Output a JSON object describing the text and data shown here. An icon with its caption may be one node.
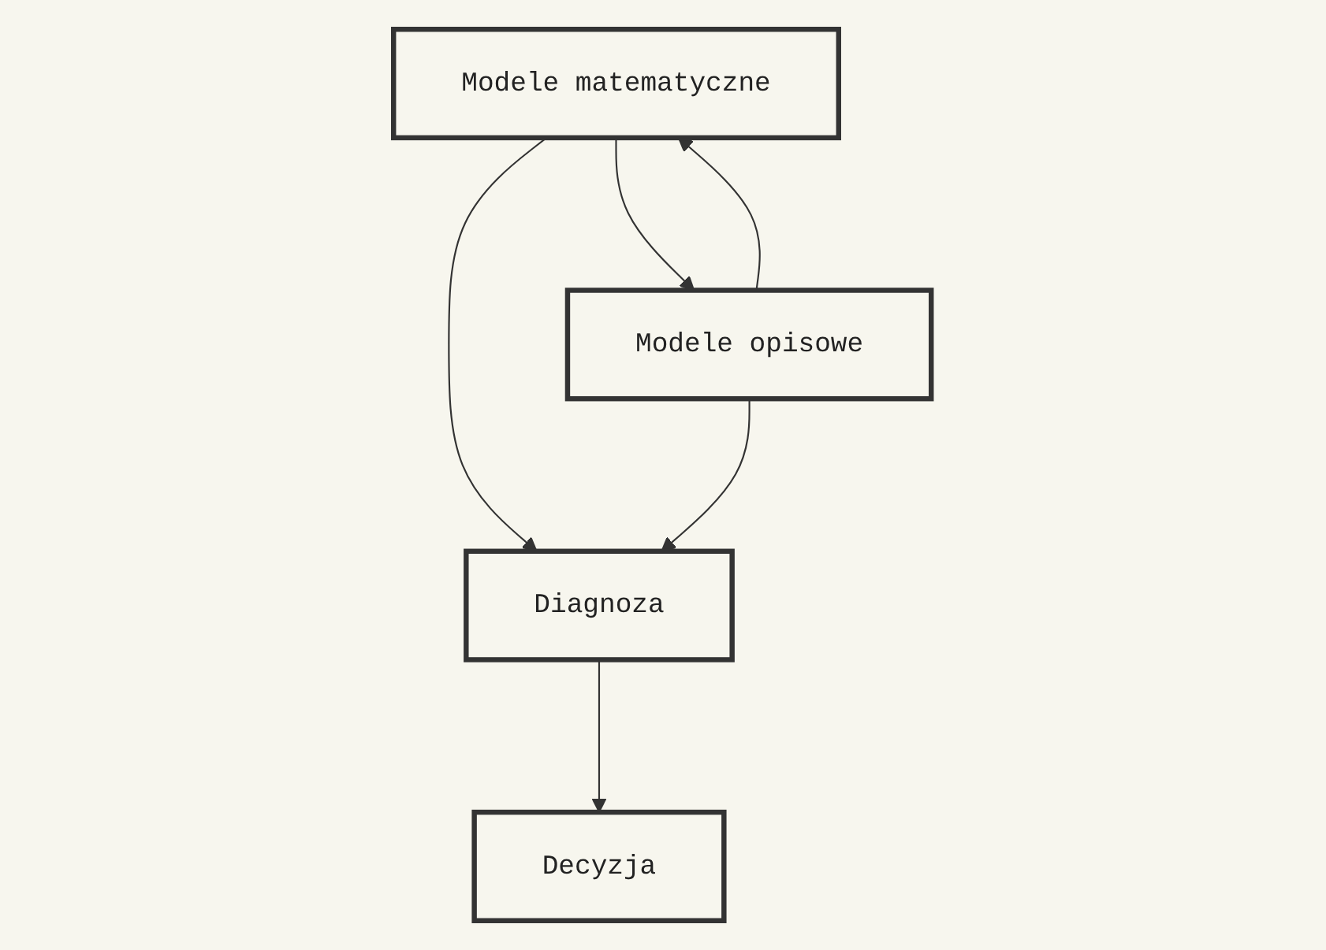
{
  "diagram": {
    "nodes": [
      {
        "text": [
          "Modele matematyczne"
        ]
      },
      {
        "text": [
          "Modele opisowe"
        ]
      },
      {
        "text": [
          "Diagnoza"
        ]
      },
      {
        "text": [
          "Decyzja"
        ]
      }
    ],
    "edges": [
      {
        "from": 1,
        "to": 0,
        "arrow": "to"
      },
      {
        "from": 0,
        "to": 1,
        "arrow": "to"
      },
      {
        "from": 0,
        "to": 2,
        "arrow": "to"
      },
      {
        "from": 1,
        "to": 2,
        "arrow": "to"
      },
      {
        "from": 2,
        "to": 3,
        "arrow": "to"
      }
    ]
  }
}
